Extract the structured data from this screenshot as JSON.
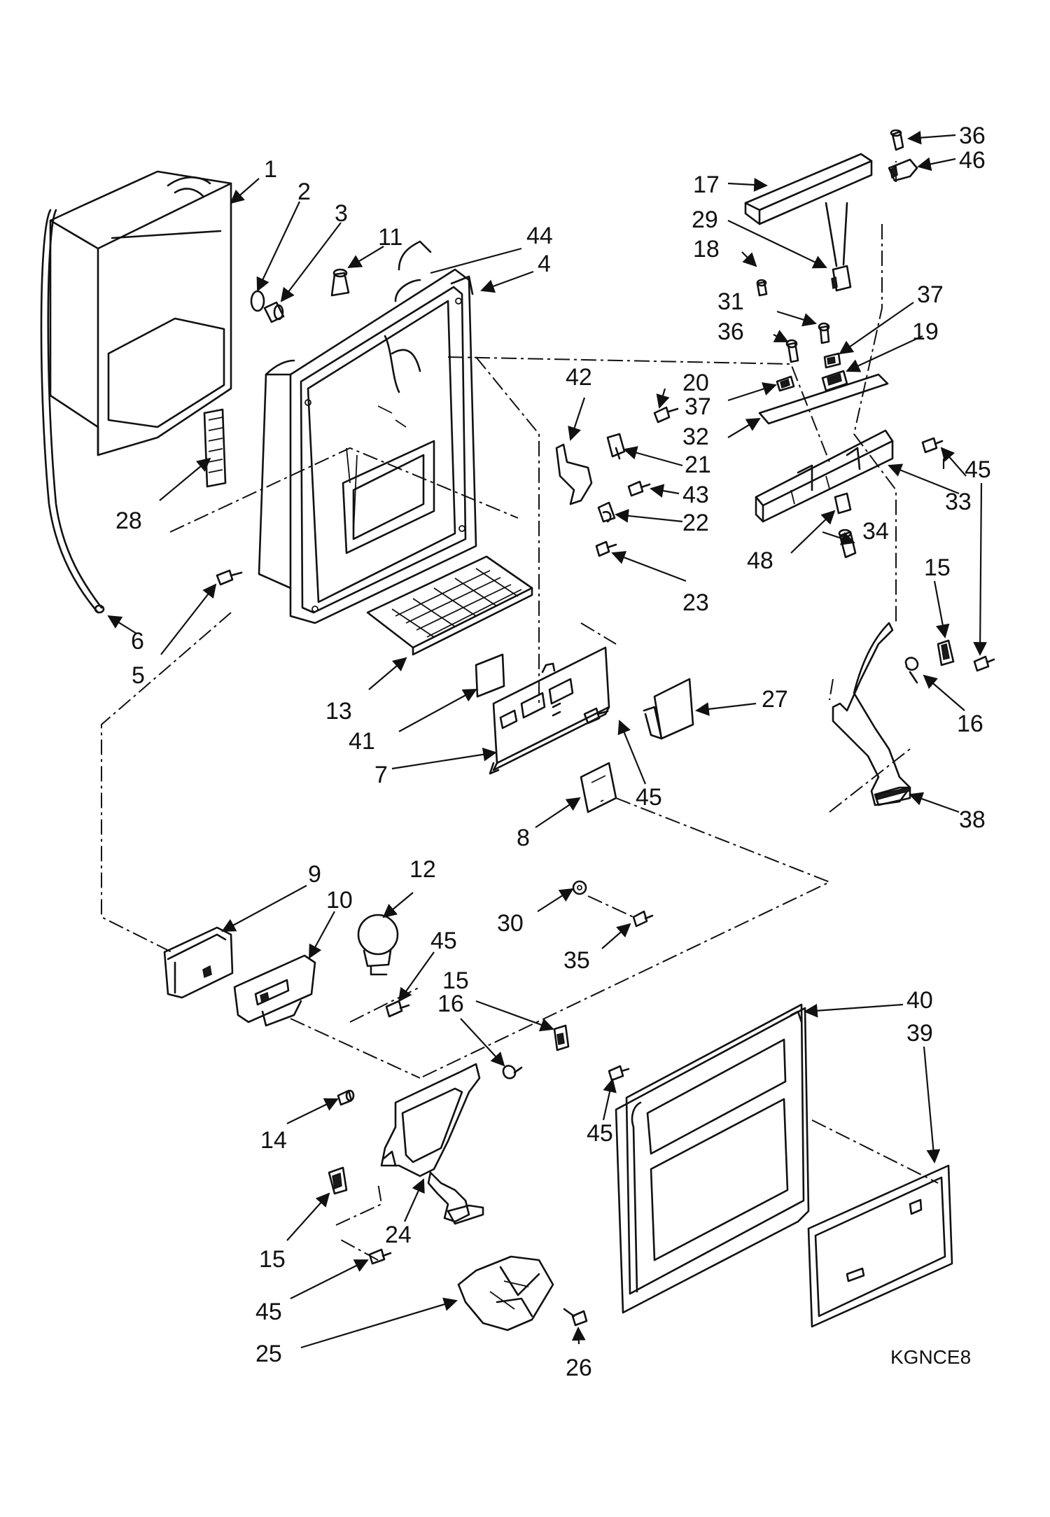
{
  "diagram": {
    "code": "KGNCE8",
    "callouts": [
      {
        "id": "c1",
        "text": "1"
      },
      {
        "id": "c2",
        "text": "2"
      },
      {
        "id": "c3",
        "text": "3"
      },
      {
        "id": "c11",
        "text": "11"
      },
      {
        "id": "c44",
        "text": "44"
      },
      {
        "id": "c4",
        "text": "4"
      },
      {
        "id": "c28",
        "text": "28"
      },
      {
        "id": "c6",
        "text": "6"
      },
      {
        "id": "c5",
        "text": "5"
      },
      {
        "id": "c13",
        "text": "13"
      },
      {
        "id": "c41",
        "text": "41"
      },
      {
        "id": "c7",
        "text": "7"
      },
      {
        "id": "c8",
        "text": "8"
      },
      {
        "id": "c45a",
        "text": "45"
      },
      {
        "id": "c27",
        "text": "27"
      },
      {
        "id": "c42",
        "text": "42"
      },
      {
        "id": "c20",
        "text": "20"
      },
      {
        "id": "c21",
        "text": "21"
      },
      {
        "id": "c43",
        "text": "43"
      },
      {
        "id": "c22",
        "text": "22"
      },
      {
        "id": "c23",
        "text": "23"
      },
      {
        "id": "c36a",
        "text": "36"
      },
      {
        "id": "c46",
        "text": "46"
      },
      {
        "id": "c17",
        "text": "17"
      },
      {
        "id": "c29",
        "text": "29"
      },
      {
        "id": "c18",
        "text": "18"
      },
      {
        "id": "c31",
        "text": "31"
      },
      {
        "id": "c37a",
        "text": "37"
      },
      {
        "id": "c36b",
        "text": "36"
      },
      {
        "id": "c19",
        "text": "19"
      },
      {
        "id": "c37b",
        "text": "37"
      },
      {
        "id": "c32",
        "text": "32"
      },
      {
        "id": "c45b",
        "text": "45"
      },
      {
        "id": "c33",
        "text": "33"
      },
      {
        "id": "c34",
        "text": "34"
      },
      {
        "id": "c48",
        "text": "48"
      },
      {
        "id": "c15a",
        "text": "15"
      },
      {
        "id": "c16a",
        "text": "16"
      },
      {
        "id": "c38",
        "text": "38"
      },
      {
        "id": "c9",
        "text": "9"
      },
      {
        "id": "c10",
        "text": "10"
      },
      {
        "id": "c12",
        "text": "12"
      },
      {
        "id": "c45c",
        "text": "45"
      },
      {
        "id": "c30",
        "text": "30"
      },
      {
        "id": "c35",
        "text": "35"
      },
      {
        "id": "c15b",
        "text": "15"
      },
      {
        "id": "c16b",
        "text": "16"
      },
      {
        "id": "c45d",
        "text": "45"
      },
      {
        "id": "c14",
        "text": "14"
      },
      {
        "id": "c24",
        "text": "24"
      },
      {
        "id": "c15c",
        "text": "15"
      },
      {
        "id": "c45e",
        "text": "45"
      },
      {
        "id": "c25",
        "text": "25"
      },
      {
        "id": "c26",
        "text": "26"
      },
      {
        "id": "c40",
        "text": "40"
      },
      {
        "id": "c39",
        "text": "39"
      }
    ]
  }
}
